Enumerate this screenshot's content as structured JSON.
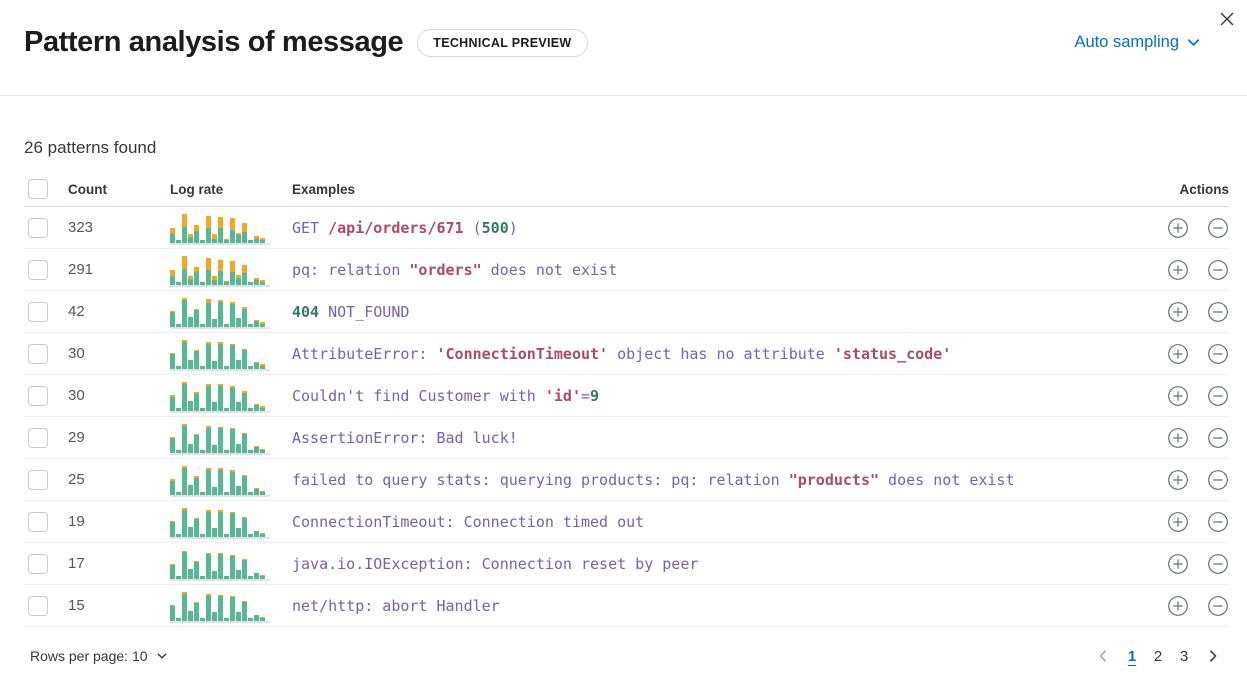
{
  "header": {
    "title": "Pattern analysis of message",
    "badge": "TECHNICAL PREVIEW",
    "sampling_label": "Auto sampling",
    "close_icon": "close-icon",
    "sampling_icon": "chevron-down-icon"
  },
  "summary": "26 patterns found",
  "table": {
    "columns": {
      "count": "Count",
      "log_rate": "Log rate",
      "examples": "Examples",
      "actions": "Actions"
    },
    "action_icons": [
      "plus-circle-icon",
      "minus-circle-icon"
    ],
    "rows": [
      {
        "count": "323",
        "spark": [
          [
            28,
            16
          ],
          [
            7,
            0
          ],
          [
            50,
            38
          ],
          [
            16,
            12
          ],
          [
            36,
            18
          ],
          [
            7,
            0
          ],
          [
            46,
            38
          ],
          [
            12,
            16
          ],
          [
            44,
            36
          ],
          [
            8,
            4
          ],
          [
            40,
            36
          ],
          [
            22,
            8
          ],
          [
            34,
            26
          ],
          [
            7,
            0
          ],
          [
            12,
            8
          ],
          [
            8,
            5
          ]
        ],
        "example": [
          {
            "text": "GET ",
            "style": "d"
          },
          {
            "text": "/api/orders/671",
            "style": "h"
          },
          {
            "text": " (",
            "style": "d"
          },
          {
            "text": "500",
            "style": "n"
          },
          {
            "text": ")",
            "style": "d"
          }
        ]
      },
      {
        "count": "291",
        "spark": [
          [
            26,
            18
          ],
          [
            7,
            0
          ],
          [
            48,
            40
          ],
          [
            18,
            10
          ],
          [
            38,
            16
          ],
          [
            7,
            0
          ],
          [
            44,
            38
          ],
          [
            14,
            14
          ],
          [
            42,
            36
          ],
          [
            8,
            4
          ],
          [
            40,
            34
          ],
          [
            20,
            10
          ],
          [
            36,
            24
          ],
          [
            7,
            0
          ],
          [
            14,
            6
          ],
          [
            8,
            5
          ]
        ],
        "example": [
          {
            "text": "pq: relation ",
            "style": "d"
          },
          {
            "text": "\"orders\"",
            "style": "h"
          },
          {
            "text": " does not exist",
            "style": "d"
          }
        ]
      },
      {
        "count": "42",
        "spark": [
          [
            44,
            6
          ],
          [
            7,
            0
          ],
          [
            82,
            8
          ],
          [
            30,
            0
          ],
          [
            52,
            4
          ],
          [
            7,
            0
          ],
          [
            74,
            12
          ],
          [
            24,
            0
          ],
          [
            78,
            6
          ],
          [
            8,
            0
          ],
          [
            70,
            8
          ],
          [
            28,
            0
          ],
          [
            56,
            6
          ],
          [
            7,
            0
          ],
          [
            16,
            4
          ],
          [
            9,
            5
          ]
        ],
        "example": [
          {
            "text": "404",
            "style": "n"
          },
          {
            "text": " NOT_FOUND",
            "style": "d"
          }
        ]
      },
      {
        "count": "30",
        "spark": [
          [
            44,
            4
          ],
          [
            7,
            0
          ],
          [
            84,
            6
          ],
          [
            28,
            0
          ],
          [
            54,
            4
          ],
          [
            7,
            0
          ],
          [
            78,
            6
          ],
          [
            24,
            0
          ],
          [
            76,
            6
          ],
          [
            8,
            0
          ],
          [
            72,
            6
          ],
          [
            28,
            0
          ],
          [
            58,
            4
          ],
          [
            7,
            0
          ],
          [
            16,
            3
          ],
          [
            9,
            4
          ]
        ],
        "example": [
          {
            "text": "AttributeError: ",
            "style": "d"
          },
          {
            "text": "'ConnectionTimeout'",
            "style": "h"
          },
          {
            "text": " object has no attribute ",
            "style": "d"
          },
          {
            "text": "'status_code'",
            "style": "h"
          }
        ]
      },
      {
        "count": "30",
        "spark": [
          [
            42,
            5
          ],
          [
            7,
            0
          ],
          [
            82,
            6
          ],
          [
            30,
            0
          ],
          [
            52,
            5
          ],
          [
            7,
            0
          ],
          [
            76,
            8
          ],
          [
            26,
            0
          ],
          [
            78,
            5
          ],
          [
            8,
            0
          ],
          [
            70,
            6
          ],
          [
            28,
            0
          ],
          [
            56,
            5
          ],
          [
            7,
            0
          ],
          [
            16,
            3
          ],
          [
            9,
            4
          ]
        ],
        "example": [
          {
            "text": "Couldn't find Customer with ",
            "style": "d"
          },
          {
            "text": "'id'",
            "style": "h"
          },
          {
            "text": "=",
            "style": "d"
          },
          {
            "text": "9",
            "style": "n"
          }
        ]
      },
      {
        "count": "29",
        "spark": [
          [
            44,
            4
          ],
          [
            7,
            0
          ],
          [
            84,
            5
          ],
          [
            28,
            0
          ],
          [
            54,
            4
          ],
          [
            7,
            0
          ],
          [
            78,
            6
          ],
          [
            24,
            0
          ],
          [
            76,
            5
          ],
          [
            8,
            0
          ],
          [
            72,
            5
          ],
          [
            28,
            0
          ],
          [
            58,
            4
          ],
          [
            7,
            0
          ],
          [
            16,
            3
          ],
          [
            9,
            3
          ]
        ],
        "example": [
          {
            "text": "AssertionError: Bad luck!",
            "style": "d"
          }
        ]
      },
      {
        "count": "25",
        "spark": [
          [
            43,
            4
          ],
          [
            7,
            0
          ],
          [
            83,
            5
          ],
          [
            29,
            0
          ],
          [
            53,
            4
          ],
          [
            7,
            0
          ],
          [
            77,
            6
          ],
          [
            25,
            0
          ],
          [
            77,
            5
          ],
          [
            8,
            0
          ],
          [
            71,
            5
          ],
          [
            28,
            0
          ],
          [
            57,
            4
          ],
          [
            7,
            0
          ],
          [
            16,
            3
          ],
          [
            9,
            3
          ]
        ],
        "example": [
          {
            "text": "failed to query stats: querying products: pq: relation ",
            "style": "d"
          },
          {
            "text": "\"products\"",
            "style": "h"
          },
          {
            "text": " does not exist",
            "style": "d"
          }
        ]
      },
      {
        "count": "19",
        "spark": [
          [
            44,
            3
          ],
          [
            7,
            0
          ],
          [
            84,
            4
          ],
          [
            30,
            0
          ],
          [
            54,
            3
          ],
          [
            7,
            0
          ],
          [
            78,
            5
          ],
          [
            26,
            0
          ],
          [
            78,
            4
          ],
          [
            8,
            0
          ],
          [
            72,
            4
          ],
          [
            28,
            0
          ],
          [
            58,
            3
          ],
          [
            7,
            0
          ],
          [
            16,
            2
          ],
          [
            9,
            3
          ]
        ],
        "example": [
          {
            "text": "ConnectionTimeout: Connection timed out",
            "style": "d"
          }
        ]
      },
      {
        "count": "17",
        "spark": [
          [
            43,
            3
          ],
          [
            7,
            0
          ],
          [
            83,
            4
          ],
          [
            29,
            0
          ],
          [
            53,
            3
          ],
          [
            7,
            0
          ],
          [
            77,
            4
          ],
          [
            25,
            0
          ],
          [
            77,
            4
          ],
          [
            8,
            0
          ],
          [
            71,
            4
          ],
          [
            28,
            0
          ],
          [
            57,
            3
          ],
          [
            7,
            0
          ],
          [
            16,
            2
          ],
          [
            9,
            3
          ]
        ],
        "example": [
          {
            "text": "java.io.IOException: Connection reset by peer",
            "style": "d"
          }
        ]
      },
      {
        "count": "15",
        "spark": [
          [
            44,
            3
          ],
          [
            7,
            0
          ],
          [
            84,
            4
          ],
          [
            30,
            0
          ],
          [
            54,
            3
          ],
          [
            7,
            0
          ],
          [
            78,
            4
          ],
          [
            26,
            0
          ],
          [
            78,
            3
          ],
          [
            8,
            0
          ],
          [
            72,
            4
          ],
          [
            28,
            0
          ],
          [
            58,
            3
          ],
          [
            7,
            0
          ],
          [
            16,
            2
          ],
          [
            9,
            3
          ]
        ],
        "example": [
          {
            "text": "net/http: abort Handler",
            "style": "d"
          }
        ]
      }
    ]
  },
  "footer": {
    "rows_per_page_label": "Rows per page: 10",
    "rows_per_page_icon": "chevron-down-icon",
    "pagination": {
      "prev_icon": "chevron-left-icon",
      "next_icon": "chevron-right-icon",
      "pages": [
        "1",
        "2",
        "3"
      ],
      "active_page": "1"
    }
  },
  "colors": {
    "accent_blue": "#0071c2",
    "bar_green": "#57b894",
    "bar_orange": "#f5a623",
    "code_default": "#7b61a8",
    "code_highlight": "#ad4a66",
    "code_number": "#357960"
  }
}
